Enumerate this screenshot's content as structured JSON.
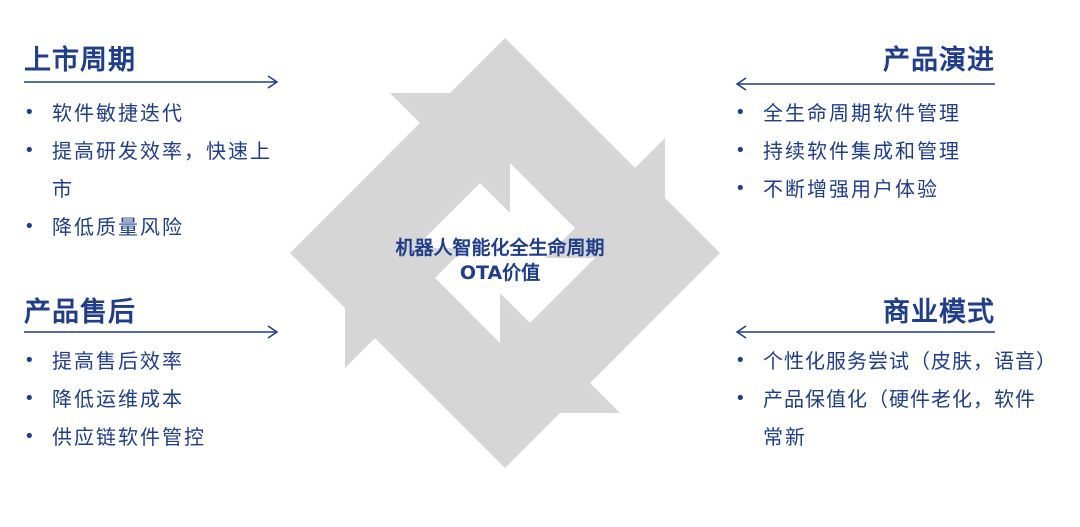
{
  "center": {
    "line1": "机器人智能化全生命周期",
    "line2": "OTA价值"
  },
  "panels": {
    "top_left": {
      "title": "上市周期",
      "items": [
        "软件敏捷迭代",
        "提高研发效率，快速上",
        "市",
        "降低质量风险"
      ]
    },
    "bottom_left": {
      "title": "产品售后",
      "items": [
        "提高售后效率",
        "降低运维成本",
        "供应链软件管控"
      ]
    },
    "top_right": {
      "title": "产品演进",
      "items": [
        "全生命周期软件管理",
        "持续软件集成和管理",
        "不断增强用户体验"
      ]
    },
    "bottom_right": {
      "title": "商业模式",
      "items": [
        "个性化服务尝试（皮肤，语音）",
        "产品保值化（硬件老化，软件",
        "常新"
      ]
    }
  },
  "bullet_symbol": "•",
  "colors": {
    "text": "#1f3d8a",
    "arrow": "#d6d6d6",
    "line": "#1f3d8a"
  }
}
